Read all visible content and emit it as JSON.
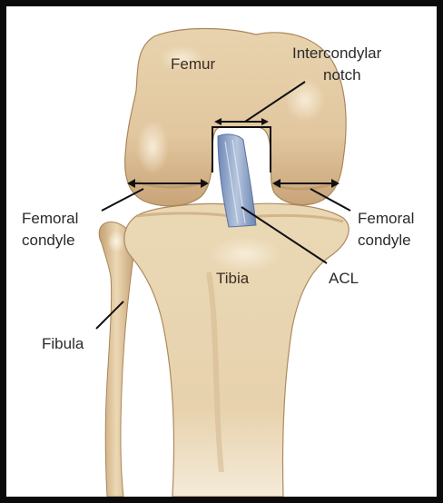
{
  "labels": {
    "femur": "Femur",
    "intercondylar_line1": "Intercondylar",
    "intercondylar_line2": "notch",
    "femoral_condyle_left_line1": "Femoral",
    "femoral_condyle_left_line2": "condyle",
    "femoral_condyle_right_line1": "Femoral",
    "femoral_condyle_right_line2": "condyle",
    "tibia": "Tibia",
    "acl": "ACL",
    "fibula": "Fibula"
  },
  "colors": {
    "frame": "#0b0b0b",
    "bone_light": "#f1e1c2",
    "bone_mid": "#dcc199",
    "bone_dark": "#b9956a",
    "ligament": "#8fa6c9",
    "ligament_dark": "#5f7aa6",
    "line": "#111111"
  }
}
